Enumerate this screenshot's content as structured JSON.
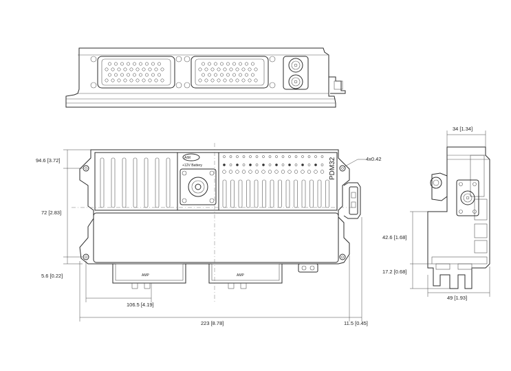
{
  "dimensions": {
    "height_total": "94.6 [3.72]",
    "height_mid": "72 [2.83]",
    "height_bottom": "5.6 [0.22]",
    "hole_spacing": "106.5 [4.19]",
    "length_total": "223 [8.78]",
    "connector_protrusion": "11.5 [0.45]",
    "hole_callout": "4x0.42",
    "side_width_top": "34 [1.34]",
    "side_height": "42.6 [1.68]",
    "side_height_bottom": "17.2 [0.68]",
    "side_width_bottom": "49 [1.93]"
  },
  "labels": {
    "product": "PDM32",
    "battery": "+12V Battery",
    "connector_logo": "AMP"
  }
}
